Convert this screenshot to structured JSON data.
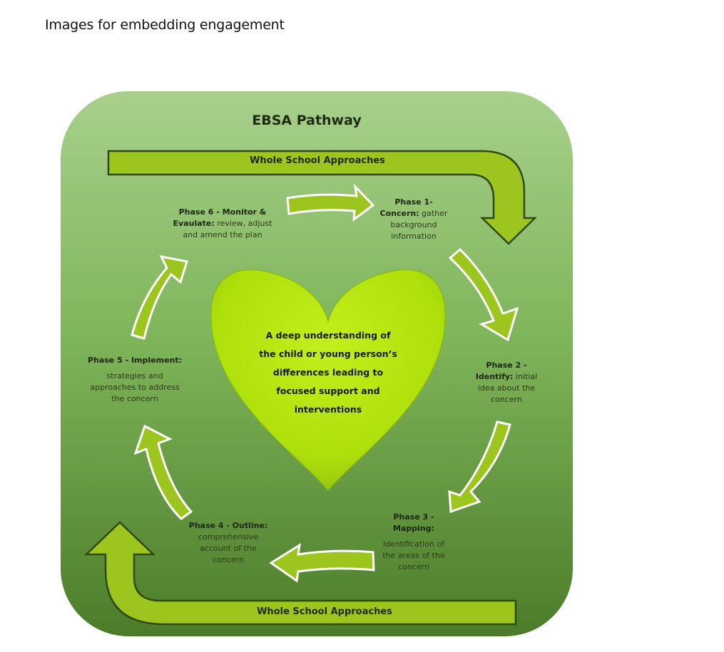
{
  "document": {
    "heading": "Images for embedding engagement"
  },
  "diagram": {
    "title": "EBSA Pathway",
    "colors": {
      "panel_top": "#a6cf8a",
      "panel_bottom": "#4e7e2c",
      "band_fill": "#9cc61e",
      "band_outline": "#2f4a10",
      "heart_fill": "#b4e40e",
      "cycle_arrow_fill": "#9cc61e",
      "cycle_arrow_outline": "#ffffff"
    },
    "top_band": {
      "label": "Whole School Approaches",
      "direction": "right-then-down"
    },
    "bottom_band": {
      "label": "Whole School Approaches",
      "direction": "left-then-up"
    },
    "center": {
      "shape": "heart",
      "lines": [
        "A deep understanding of",
        "the child or young person’s",
        "differences leading to",
        "focused support and",
        "interventions"
      ]
    },
    "phases": [
      {
        "id": 1,
        "title": "Phase 1-",
        "name": "Concern:",
        "lines": [
          "gather",
          "background",
          "information"
        ]
      },
      {
        "id": 2,
        "title": "Phase 2 -",
        "name": "Identify:",
        "lines": [
          "initial",
          "idea about the",
          "concern"
        ]
      },
      {
        "id": 3,
        "title": "Phase 3 -",
        "name": "Mapping:",
        "lines": [
          "identification of",
          "the areas of the",
          "concern"
        ]
      },
      {
        "id": 4,
        "title": "Phase 4 - Outline:",
        "name": "",
        "lines": [
          "comprehensive",
          "account of the",
          "concern"
        ]
      },
      {
        "id": 5,
        "title": "Phase 5 - Implement:",
        "name": "",
        "lines": [
          "strategies and",
          "approaches to address",
          "the concern"
        ]
      },
      {
        "id": 6,
        "title": "Phase 6 -  Monitor &",
        "name": "Evaulate:",
        "lines": [
          "review, adjust",
          "and amend the plan"
        ]
      }
    ],
    "cycle_direction": "clockwise"
  }
}
